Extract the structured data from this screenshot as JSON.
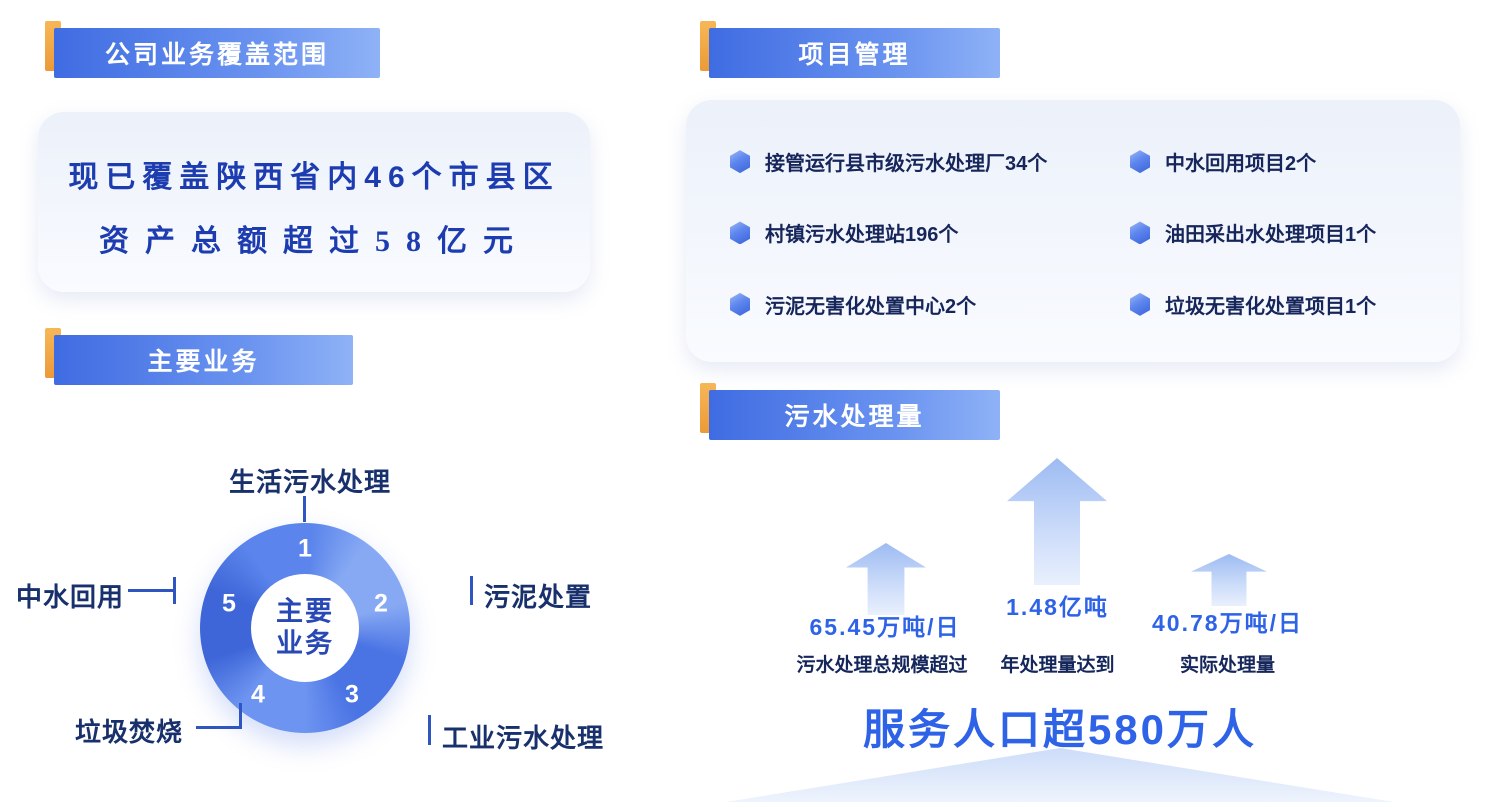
{
  "palette": {
    "badge_blue_start": "#3f6ce2",
    "badge_blue_end": "#8fb2f6",
    "badge_orange": "#f3a94e",
    "deep_navy_text": "#16265a",
    "primary_blue_text": "#1d3cb0",
    "stat_blue": "#2e63e8",
    "arrow_blue": "#9dbbf2",
    "card_bg": "#ecf1fa"
  },
  "coverage": {
    "badge": "公司业务覆盖范围",
    "line1": "现已覆盖陕西省内46个市县区",
    "line2": "资产总额超过58亿元"
  },
  "business": {
    "badge": "主要业务",
    "center_top": "主要",
    "center_bottom": "业务",
    "segments": [
      {
        "num": "1",
        "label": "生活污水处理"
      },
      {
        "num": "2",
        "label": "污泥处置"
      },
      {
        "num": "3",
        "label": "工业污水处理"
      },
      {
        "num": "4",
        "label": "垃圾焚烧"
      },
      {
        "num": "5",
        "label": "中水回用"
      }
    ]
  },
  "projects": {
    "badge": "项目管理",
    "items": [
      "接管运行县市级污水处理厂34个",
      "中水回用项目2个",
      "村镇污水处理站196个",
      "油田采出水处理项目1个",
      "污泥无害化处置中心2个",
      "垃圾无害化处置项目1个"
    ]
  },
  "treatment": {
    "badge": "污水处理量",
    "stats": [
      {
        "value": "65.45万吨/日",
        "label": "污水处理总规模超过"
      },
      {
        "value": "1.48亿吨",
        "label": "年处理量达到"
      },
      {
        "value": "40.78万吨/日",
        "label": "实际处理量"
      }
    ],
    "population": "服务人口超580万人"
  }
}
